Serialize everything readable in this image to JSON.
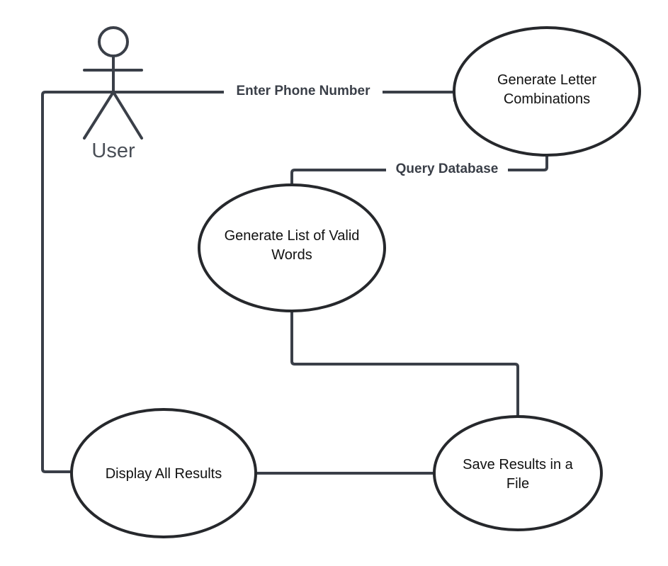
{
  "diagram": {
    "actor": {
      "label": "User"
    },
    "use_cases": [
      {
        "id": "generate-letter-combinations",
        "lines": [
          "Generate Letter",
          "Combinations"
        ]
      },
      {
        "id": "generate-valid-words",
        "lines": [
          "Generate List of Valid",
          "Words"
        ]
      },
      {
        "id": "display-all-results",
        "lines": [
          "Display All Results"
        ]
      },
      {
        "id": "save-results",
        "lines": [
          "Save Results in a",
          "File"
        ]
      }
    ],
    "edges": [
      {
        "from": "User",
        "to": "Generate Letter Combinations",
        "label": "Enter Phone Number"
      },
      {
        "from": "Generate Letter Combinations",
        "to": "Generate List of Valid Words",
        "label": "Query Database"
      },
      {
        "from": "Generate List of Valid Words",
        "to": "Save Results in a File",
        "label": ""
      },
      {
        "from": "Save Results in a File",
        "to": "Display All Results",
        "label": ""
      },
      {
        "from": "User",
        "to": "Display All Results",
        "label": ""
      }
    ],
    "colors": {
      "line": "#3a3f48",
      "ellipse_border": "#26282c",
      "text": "#111111",
      "background": "#ffffff"
    }
  }
}
